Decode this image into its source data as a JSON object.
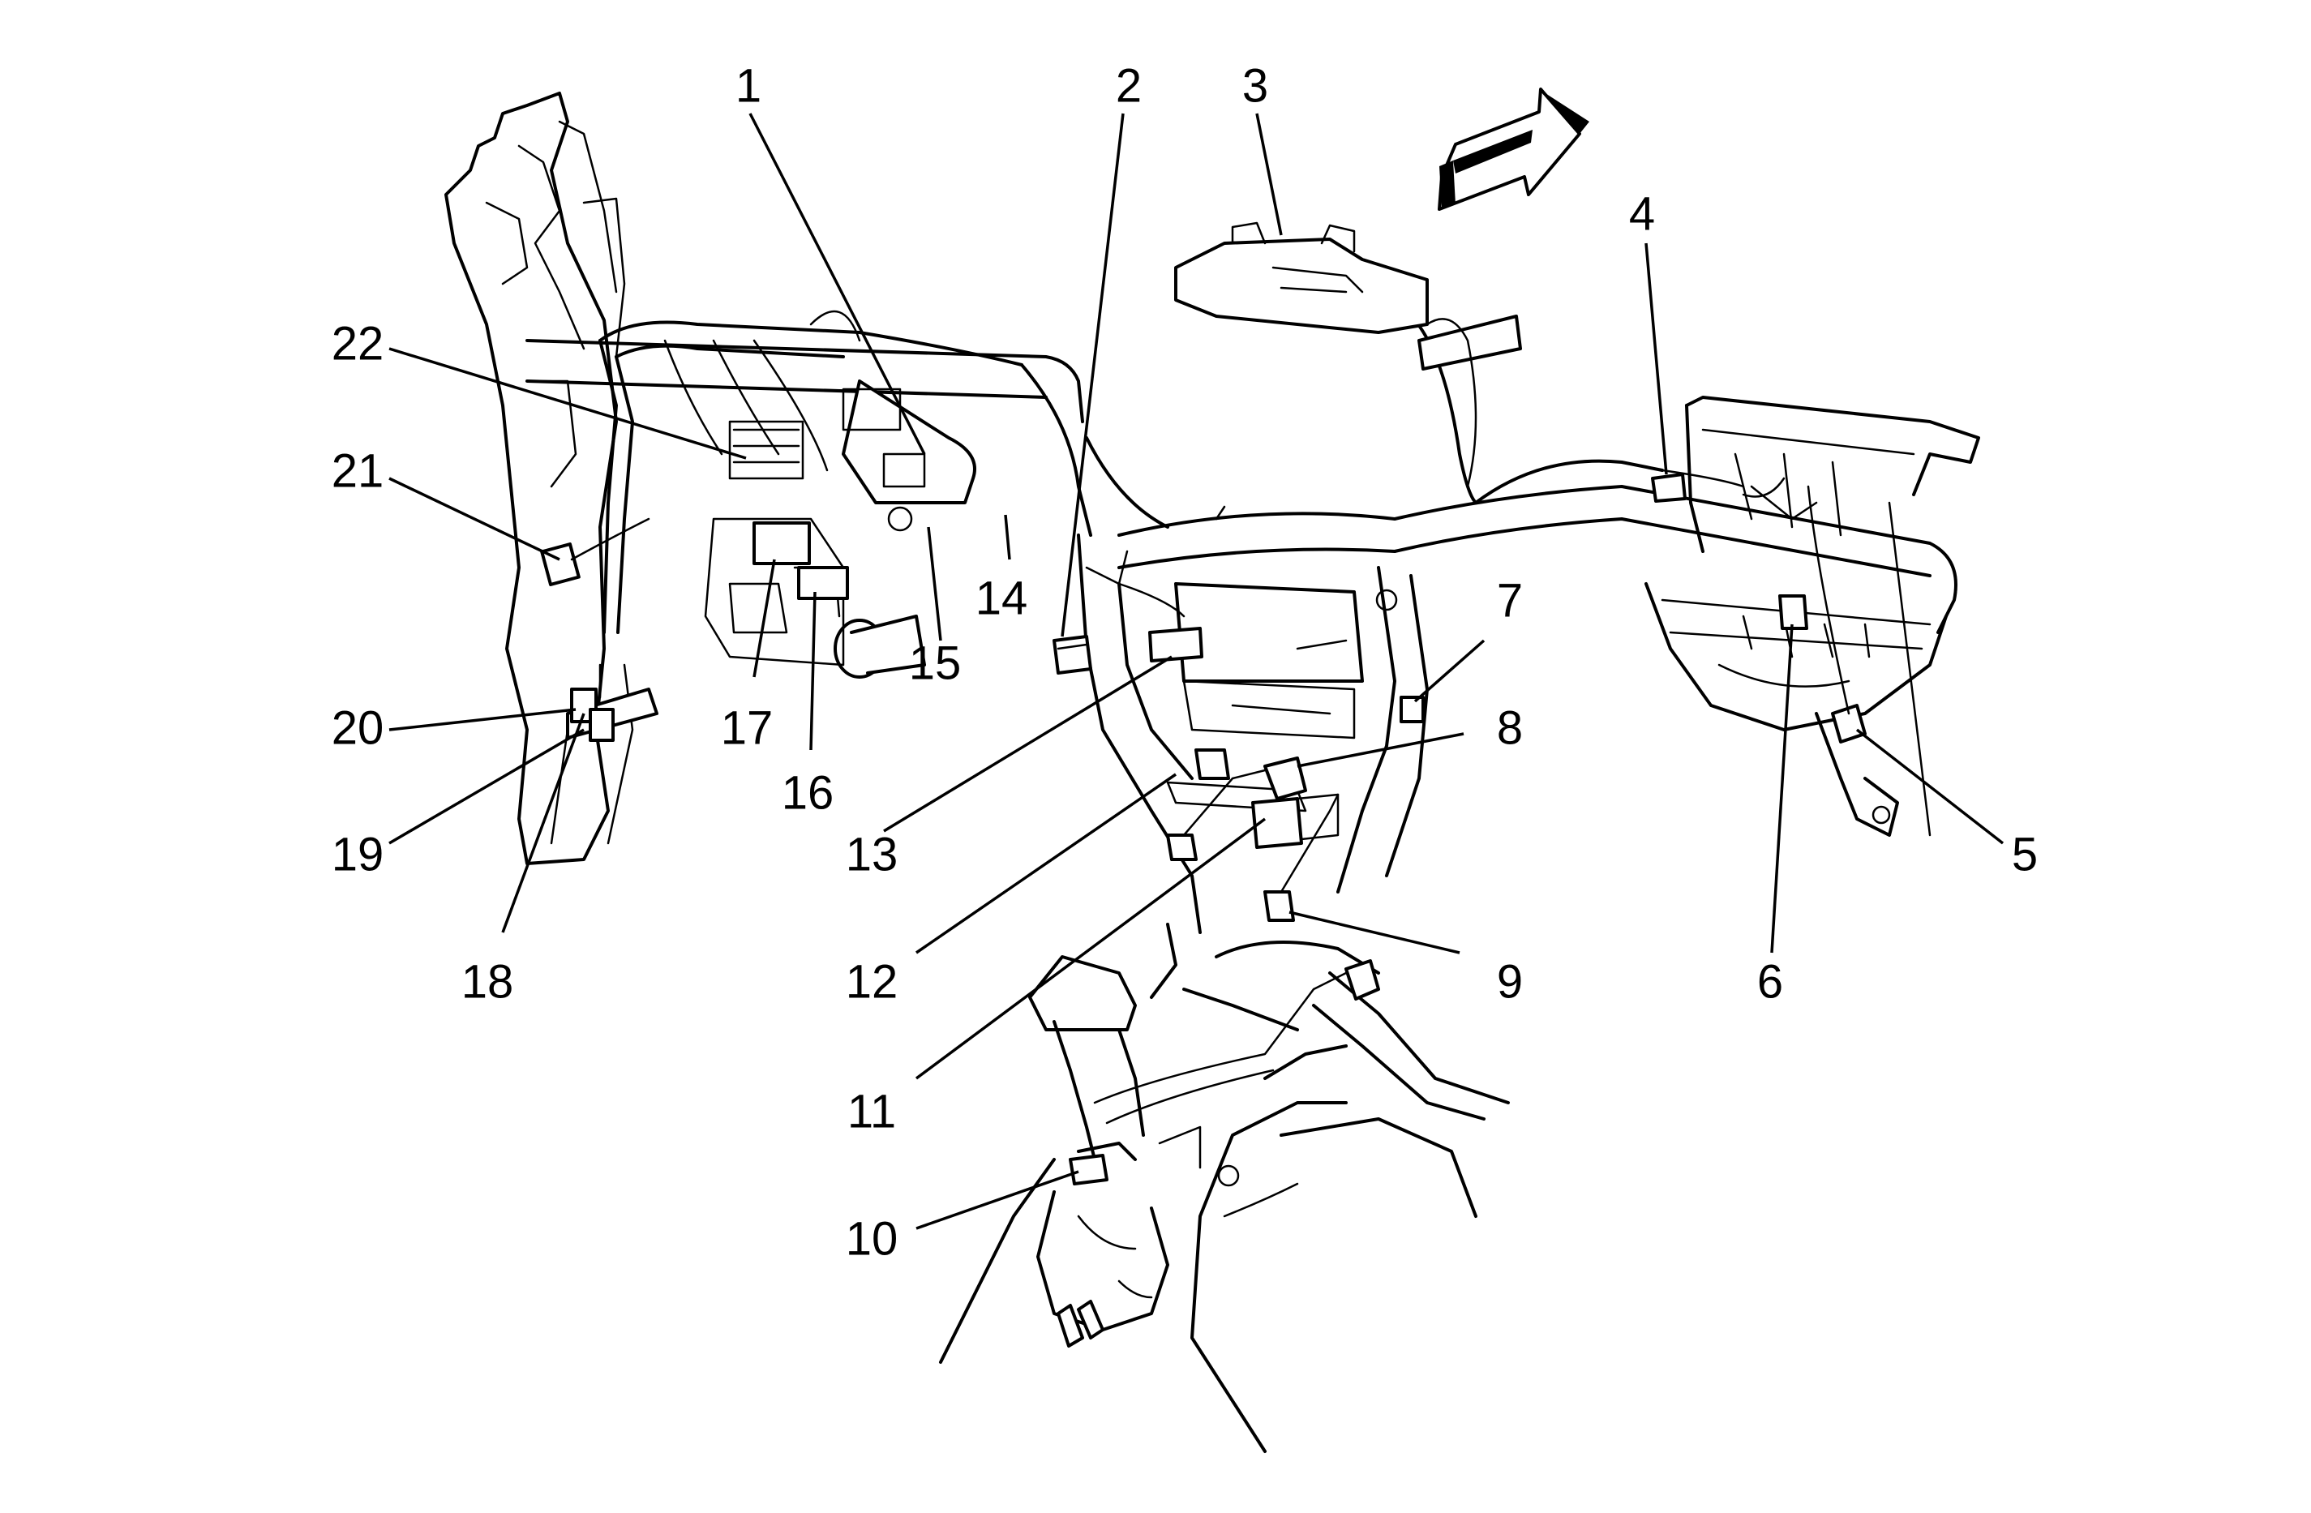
{
  "diagram": {
    "callouts": [
      "1",
      "2",
      "3",
      "4",
      "5",
      "6",
      "7",
      "8",
      "9",
      "10",
      "11",
      "12",
      "13",
      "14",
      "15",
      "16",
      "17",
      "18",
      "19",
      "20",
      "21",
      "22"
    ],
    "direction_arrow": {
      "icon": "forward-direction-arrow-icon"
    }
  }
}
